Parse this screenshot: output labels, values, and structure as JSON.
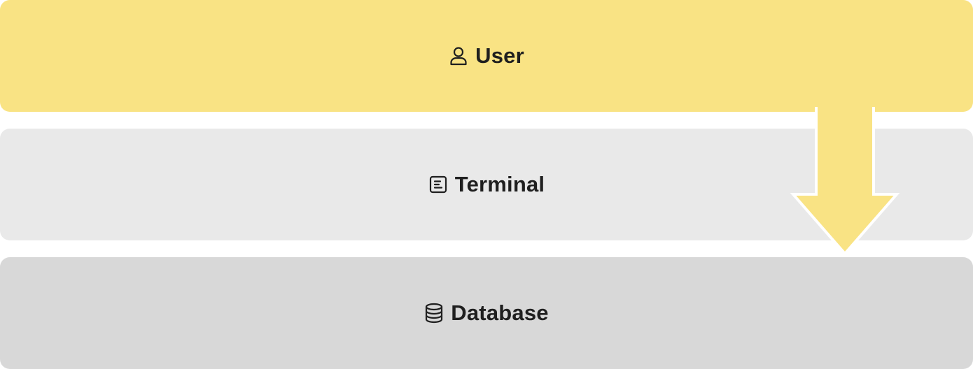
{
  "colors": {
    "user_layer": "#f9e384",
    "terminal_layer": "#e9e9e9",
    "database_layer": "#d8d8d8",
    "arrow_fill": "#f9e384",
    "arrow_outline": "#ffffff",
    "text": "#1f1f1f"
  },
  "layers": [
    {
      "label": "User",
      "icon": "user-icon"
    },
    {
      "label": "Terminal",
      "icon": "document-icon"
    },
    {
      "label": "Database",
      "icon": "database-icon"
    }
  ],
  "flow": {
    "from": "User",
    "to": "Database",
    "direction": "down"
  }
}
